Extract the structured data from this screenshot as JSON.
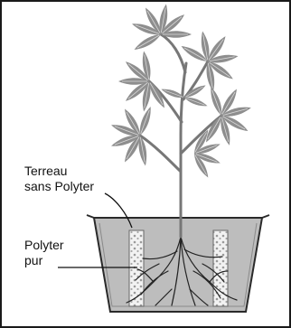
{
  "labels": {
    "terreau_line1": "Terreau",
    "terreau_line2": "sans Polyter",
    "polyter_line1": "Polyter",
    "polyter_line2": "pur"
  },
  "colors": {
    "leaf": "#8e8e8e",
    "leaf_vein": "#d9d9d9",
    "stem": "#777777",
    "pot": "#bdbdbd",
    "pot_outline": "#2a2a2a",
    "roots": "#222222",
    "polyter_column": "#ededed"
  }
}
